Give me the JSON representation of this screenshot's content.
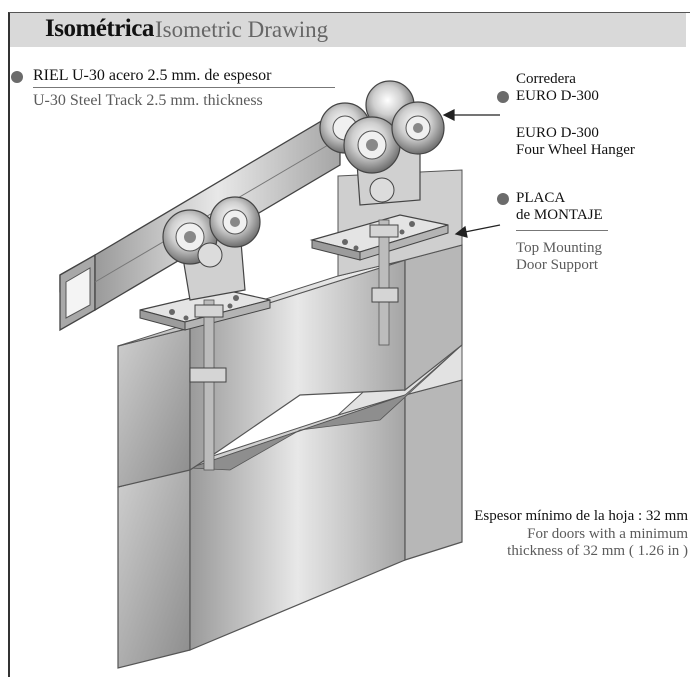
{
  "header": {
    "title_es": "Isométrica",
    "title_en": "Isometric Drawing"
  },
  "callouts": {
    "track": {
      "es": "RIEL U-30 acero 2.5 mm. de espesor",
      "en": "U-30 Steel Track 2.5 mm. thickness"
    },
    "hanger": {
      "es_line1": "Corredera",
      "es_line2": "EURO D-300",
      "en_line1": "EURO D-300",
      "en_line2": "Four Wheel Hanger"
    },
    "plate": {
      "es_line1": "PLACA",
      "es_line2": "de MONTAJE",
      "en_line1": "Top Mounting",
      "en_line2": "Door Support"
    },
    "thickness": {
      "es": "Espesor mínimo de la hoja : 32 mm",
      "en_line1": "For doors with a minimum",
      "en_line2": "thickness of 32 mm ( 1.26 in )"
    }
  },
  "colors": {
    "header_bg": "#d9d9d9",
    "bullet": "#6b6b6b",
    "metal_light": "#e6e6e6",
    "metal_mid": "#bdbdbd",
    "metal_dark": "#7a7a7a"
  }
}
